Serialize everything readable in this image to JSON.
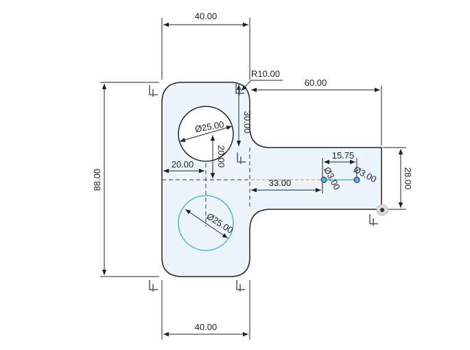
{
  "colors": {
    "background": "#ffffff",
    "part_fill": "#edf4fb",
    "outline": "#222222",
    "selected_circle": "#4db3e0",
    "construction_dash": "#e08a3c",
    "dimension": "#222222"
  },
  "dimensions": {
    "top_width": "40.00",
    "bottom_width": "40.00",
    "total_height": "88.00",
    "fillet_radius": "R10.00",
    "stem_length": "60.00",
    "stem_height": "28.00",
    "neck_offset": "30.00",
    "upper_hole_diameter": "Ø25.00",
    "lower_hole_diameter": "Ø25.00",
    "hole_x_offset": "20.00",
    "hole_y_offset": "20.00",
    "slot_offset": "33.00",
    "slot_length": "15.75",
    "slot_hole_left": "Ø3.00",
    "slot_hole_right": "Ø3.00"
  },
  "icons": [
    "fixed-constraint-icon",
    "origin-point-icon"
  ]
}
